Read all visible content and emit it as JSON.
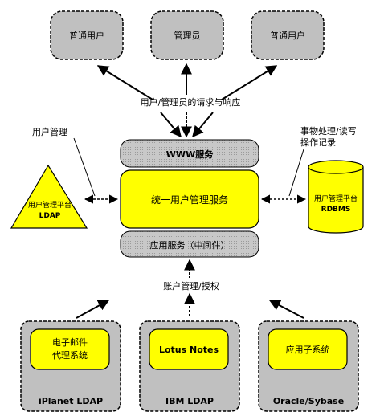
{
  "users": {
    "left": "普通用户",
    "center": "管理员",
    "right": "普通用户"
  },
  "request_label": "用户/管理员的请求与响应",
  "www": "WWW服务",
  "core": "统一用户管理服务",
  "appsvc": "应用服务（中间件）",
  "user_mgmt": "用户管理",
  "ldap": {
    "line1": "用户管理平台",
    "line2": "LDAP"
  },
  "rdbms": {
    "line1": "用户管理平台",
    "line2": "RDBMS"
  },
  "tx_note": {
    "line1": "事物处理/读写",
    "line2": "操作记录"
  },
  "account_label": "账户管理/授权",
  "bottom": {
    "left": {
      "inner_line1": "电子邮件",
      "inner_line2": "代理系统",
      "caption": "iPlanet LDAP"
    },
    "center": {
      "inner_line1": "Lotus Notes",
      "caption": "IBM LDAP"
    },
    "right": {
      "inner_line1": "应用子系统",
      "caption": "Oracle/Sybase"
    }
  },
  "colors": {
    "gray_box": "#c0c0c0",
    "yellow": "#ffff00",
    "stroke": "#000000"
  }
}
